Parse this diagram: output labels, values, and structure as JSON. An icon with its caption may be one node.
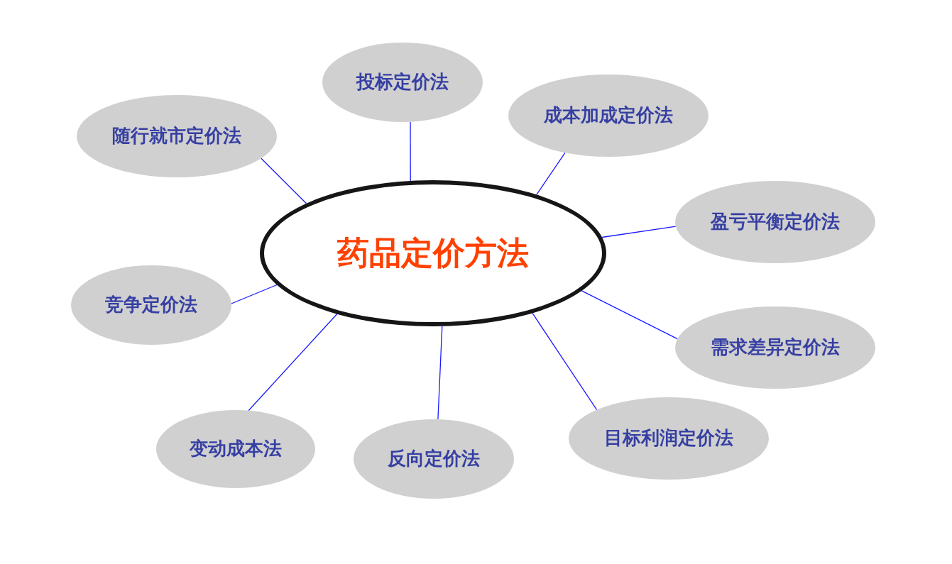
{
  "diagram": {
    "nodes": [
      {
        "text": [
          "药品定价方法"
        ]
      },
      {
        "text": [
          "随行就市定价法"
        ]
      },
      {
        "text": [
          "投标定价法"
        ]
      },
      {
        "text": [
          "成本加成定价法"
        ]
      },
      {
        "text": [
          "盈亏平衡定价法"
        ]
      },
      {
        "text": [
          "竞争定价法"
        ]
      },
      {
        "text": [
          "需求差异定价法"
        ]
      },
      {
        "text": [
          "变动成本法"
        ]
      },
      {
        "text": [
          "反向定价法"
        ]
      },
      {
        "text": [
          "目标利润定价法"
        ]
      }
    ],
    "edges": [
      {
        "from": 0,
        "to": 1,
        "arrow": "none"
      },
      {
        "from": 0,
        "to": 2,
        "arrow": "none"
      },
      {
        "from": 0,
        "to": 3,
        "arrow": "none"
      },
      {
        "from": 0,
        "to": 4,
        "arrow": "none"
      },
      {
        "from": 0,
        "to": 5,
        "arrow": "none"
      },
      {
        "from": 0,
        "to": 6,
        "arrow": "none"
      },
      {
        "from": 0,
        "to": 7,
        "arrow": "none"
      },
      {
        "from": 0,
        "to": 8,
        "arrow": "none"
      },
      {
        "from": 0,
        "to": 9,
        "arrow": "none"
      }
    ]
  }
}
